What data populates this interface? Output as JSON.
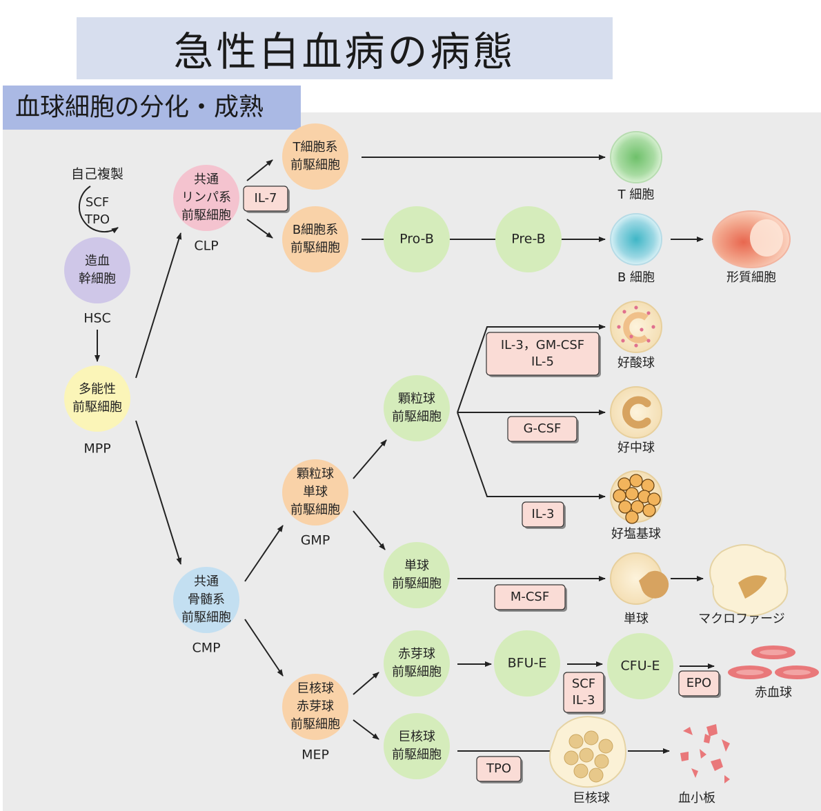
{
  "title": "急性白血病の病態",
  "subtitle": "血球細胞の分化・成熟",
  "colors": {
    "hsc": "#cfc7e8",
    "mpp": "#fbf5b8",
    "lymphoid": "#f4c3cf",
    "progenitor_orange": "#f9d2a8",
    "green": "#d5ecbb",
    "blue": "#c3dff1",
    "factor_box": "#fadcd6",
    "red_cell": "#e9787a"
  },
  "nodes": {
    "hsc": {
      "label": [
        "造血",
        "幹細胞"
      ],
      "caption": "HSC"
    },
    "self_renewal": {
      "label": "自己複製",
      "factors": [
        "SCF",
        "TPO"
      ]
    },
    "mpp": {
      "label": [
        "多能性",
        "前駆細胞"
      ],
      "caption": "MPP"
    },
    "clp": {
      "label": [
        "共通",
        "リンパ系",
        "前駆細胞"
      ],
      "caption": "CLP"
    },
    "cmp": {
      "label": [
        "共通",
        "骨髄系",
        "前駆細胞"
      ],
      "caption": "CMP"
    },
    "t_prog": {
      "label": [
        "T細胞系",
        "前駆細胞"
      ]
    },
    "b_prog": {
      "label": [
        "B細胞系",
        "前駆細胞"
      ]
    },
    "pro_b": {
      "label": "Pro-B"
    },
    "pre_b": {
      "label": "Pre-B"
    },
    "gmp": {
      "label": [
        "顆粒球",
        "単球",
        "前駆細胞"
      ],
      "caption": "GMP"
    },
    "mep": {
      "label": [
        "巨核球",
        "赤芽球",
        "前駆細胞"
      ],
      "caption": "MEP"
    },
    "gran_prog": {
      "label": [
        "顆粒球",
        "前駆細胞"
      ]
    },
    "mono_prog": {
      "label": [
        "単球",
        "前駆細胞"
      ]
    },
    "ery_prog": {
      "label": [
        "赤芽球",
        "前駆細胞"
      ]
    },
    "mk_prog": {
      "label": [
        "巨核球",
        "前駆細胞"
      ]
    },
    "bfu_e": {
      "label": "BFU-E"
    },
    "cfu_e": {
      "label": "CFU-E"
    }
  },
  "mature_cells": {
    "t_cell": "T 細胞",
    "b_cell": "B 細胞",
    "plasma_cell": "形質細胞",
    "eosinophil": "好酸球",
    "neutrophil": "好中球",
    "basophil": "好塩基球",
    "monocyte": "単球",
    "macrophage": "マクロファージ",
    "erythrocyte": "赤血球",
    "megakaryocyte": "巨核球",
    "platelet": "血小板"
  },
  "factors": {
    "il7": "IL-7",
    "eos": [
      "IL-3，GM-CSF",
      "IL-5"
    ],
    "gcsf": "G-CSF",
    "il3": "IL-3",
    "mcsf": "M-CSF",
    "scf_il3": [
      "SCF",
      "IL-3"
    ],
    "epo": "EPO",
    "tpo": "TPO"
  }
}
